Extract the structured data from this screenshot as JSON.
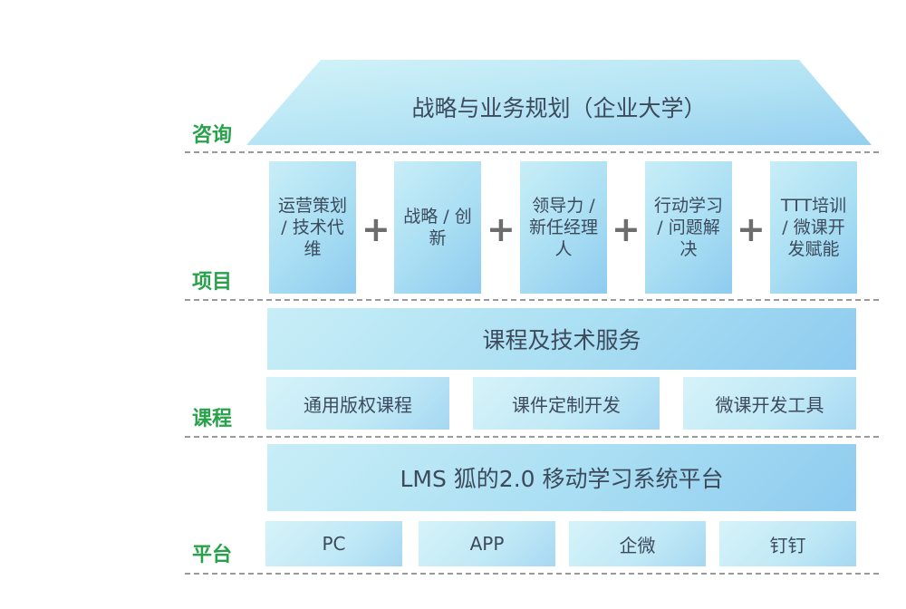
{
  "sections": {
    "consult": "咨询",
    "projects": "项目",
    "courses": "课程",
    "platform": "平台"
  },
  "roof": {
    "title": "战略与业务规划（企业大学）"
  },
  "projects": [
    {
      "text": "运营策划 / 技术代维"
    },
    {
      "text": "战略 / 创新"
    },
    {
      "text": "领导力 / 新任经理人"
    },
    {
      "text": "行动学习 / 问题解决"
    },
    {
      "text": "TTT培训 / 微课开发赋能"
    }
  ],
  "plus": "+",
  "courses": {
    "header": "课程及技术服务",
    "items": [
      "通用版权课程",
      "课件定制开发",
      "微课开发工具"
    ]
  },
  "platform": {
    "header": "LMS 狐的2.0 移动学习系统平台",
    "items": [
      "PC",
      "APP",
      "企微",
      "钉钉"
    ]
  },
  "colors": {
    "label_green": "#27a24a",
    "box_light": "#c8eef7",
    "box_dark": "#8ecbef",
    "dash": "#9a9a9a"
  }
}
